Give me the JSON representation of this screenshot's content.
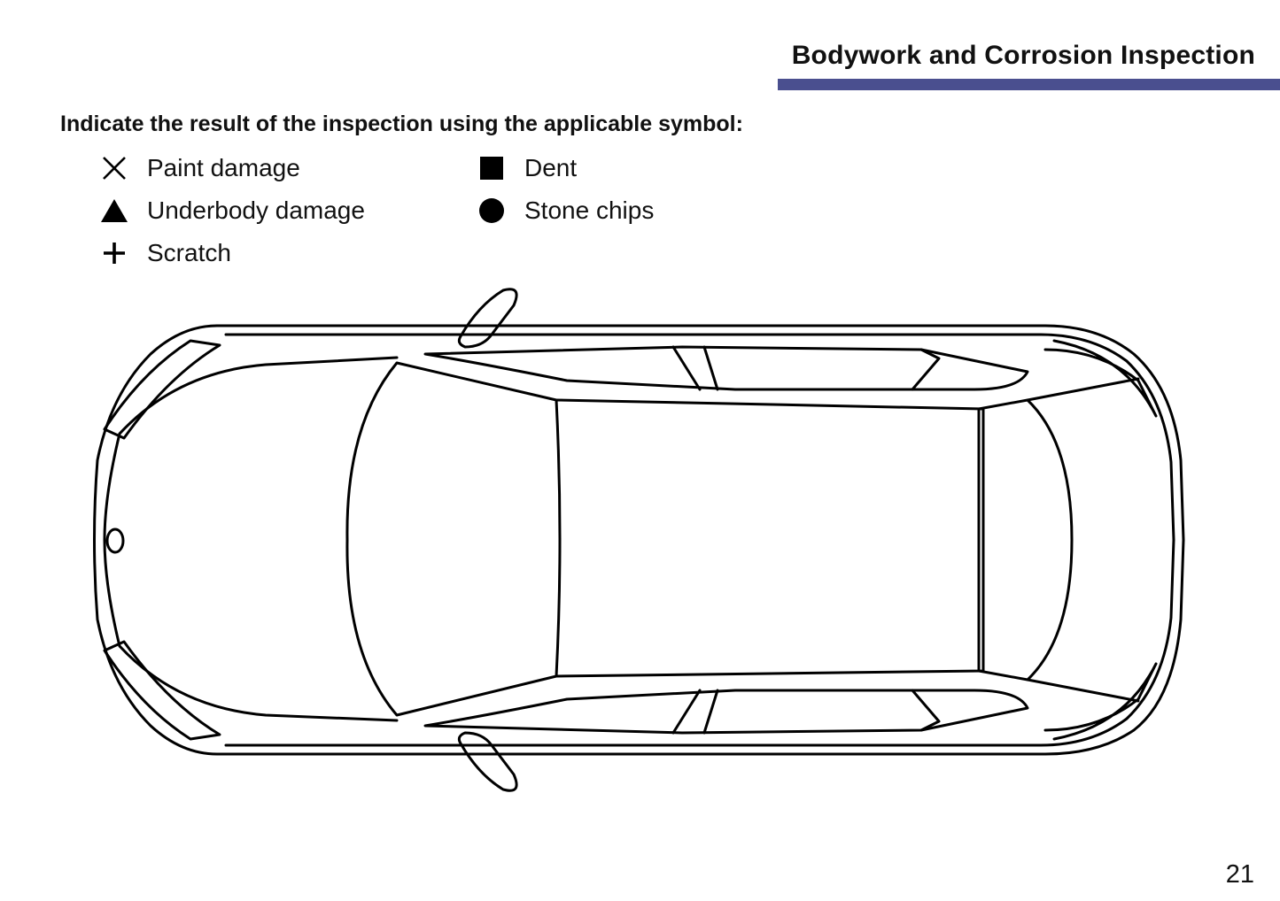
{
  "header": {
    "title": "Bodywork and Corrosion Inspection",
    "bar_color": "#4a4f8f"
  },
  "instruction": "Indicate the result of the inspection using the applicable symbol:",
  "legend": [
    {
      "symbol": "cross-icon",
      "label": "Paint damage"
    },
    {
      "symbol": "triangle-icon",
      "label": "Underbody damage"
    },
    {
      "symbol": "plus-icon",
      "label": "Scratch"
    },
    {
      "symbol": "square-icon",
      "label": "Dent"
    },
    {
      "symbol": "circle-icon",
      "label": "Stone chips"
    }
  ],
  "diagram": {
    "name": "car-top-view",
    "line_color": "#000000"
  },
  "page_number": "21"
}
